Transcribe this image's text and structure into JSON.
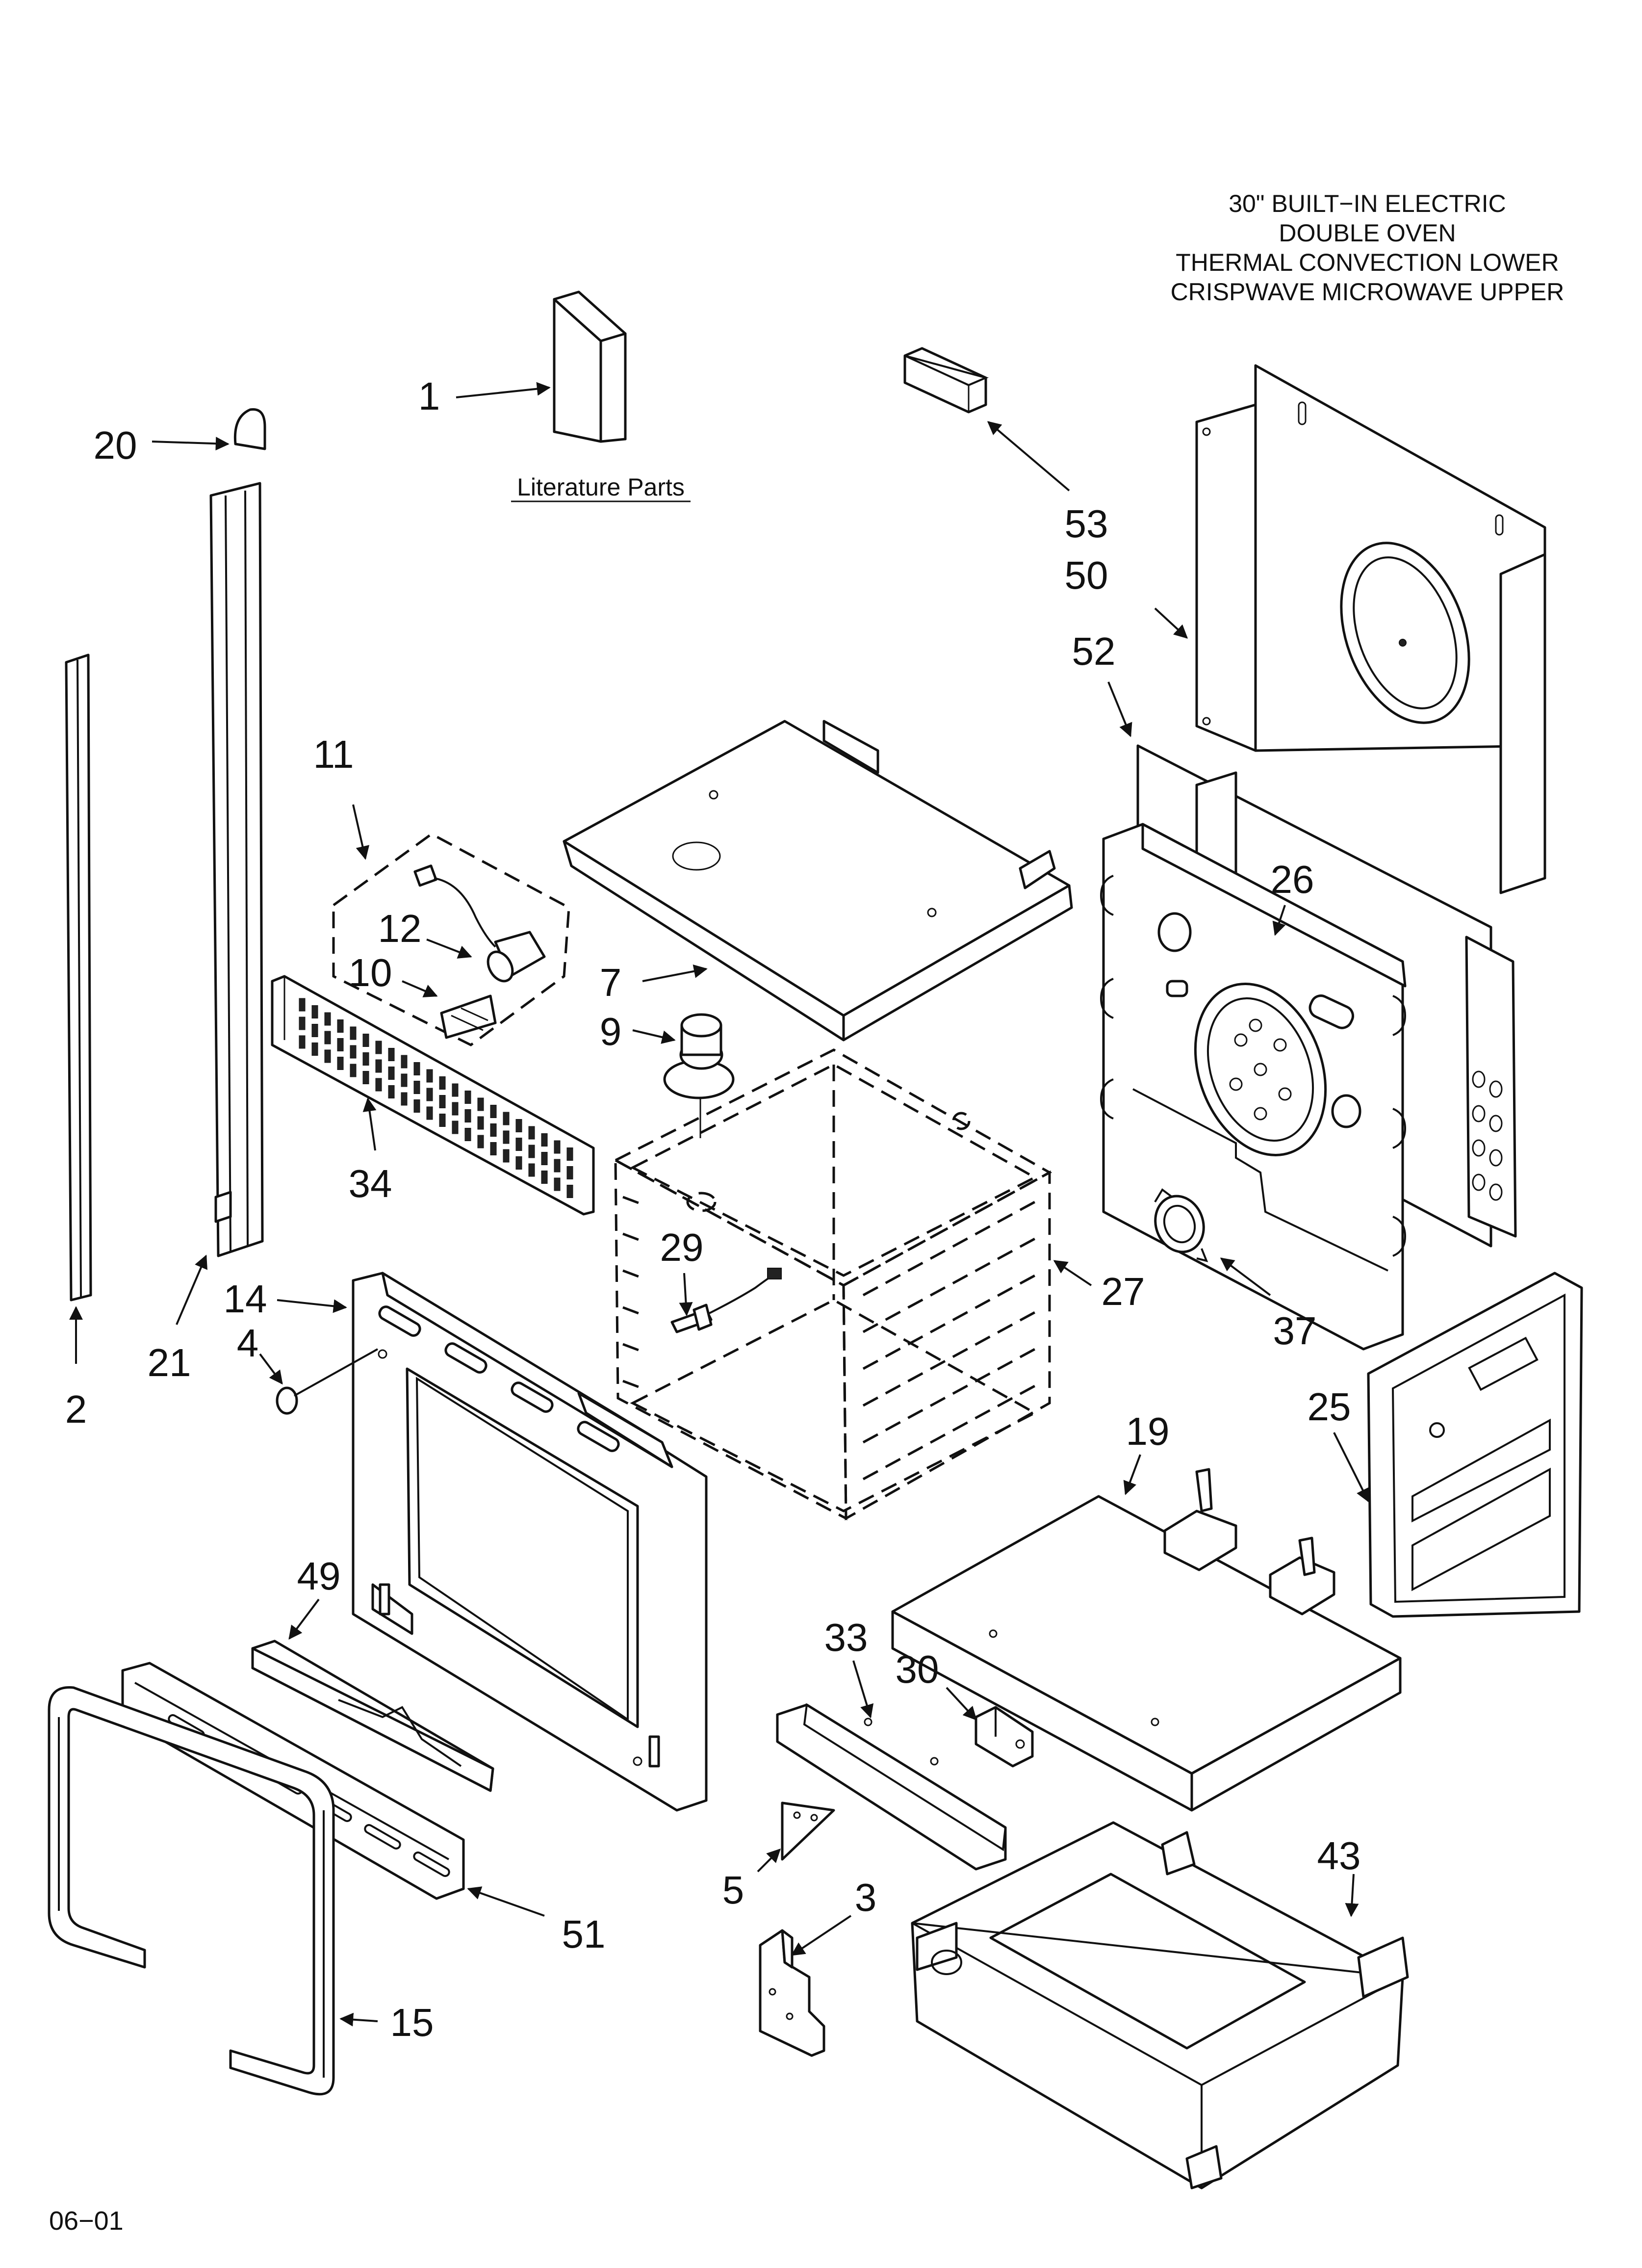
{
  "title": {
    "lines": [
      "30\" BUILT−IN ELECTRIC",
      "DOUBLE OVEN",
      "THERMAL CONVECTION LOWER",
      "CRISPWAVE MICROWAVE UPPER"
    ]
  },
  "literature_label": "Literature Parts",
  "date_code": "06−01",
  "callouts": {
    "c1": "1",
    "c2": "2",
    "c3": "3",
    "c4": "4",
    "c5": "5",
    "c7": "7",
    "c9": "9",
    "c10": "10",
    "c11": "11",
    "c12": "12",
    "c14": "14",
    "c15": "15",
    "c19": "19",
    "c20": "20",
    "c21": "21",
    "c25": "25",
    "c26": "26",
    "c27": "27",
    "c29": "29",
    "c30": "30",
    "c33": "33",
    "c34": "34",
    "c37": "37",
    "c43": "43",
    "c49": "49",
    "c50": "50",
    "c51": "51",
    "c52": "52",
    "c53": "53"
  }
}
